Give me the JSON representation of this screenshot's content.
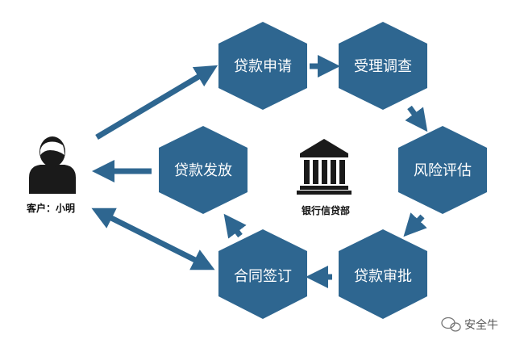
{
  "customer": {
    "label": "客户：小明",
    "icon": "person-icon"
  },
  "center": {
    "label": "银行信贷部",
    "icon": "bank-icon"
  },
  "steps": [
    {
      "id": "apply",
      "label": "贷款申请"
    },
    {
      "id": "review",
      "label": "受理调查"
    },
    {
      "id": "risk",
      "label": "风险评估"
    },
    {
      "id": "approval",
      "label": "贷款审批"
    },
    {
      "id": "contract",
      "label": "合同签订"
    },
    {
      "id": "disburse",
      "label": "贷款发放"
    }
  ],
  "watermark": {
    "label": "安全牛",
    "icon": "wechat-icon"
  },
  "colors": {
    "hex": "#2e6690",
    "arrow": "#2e6690",
    "figure": "#1a1a1a"
  }
}
